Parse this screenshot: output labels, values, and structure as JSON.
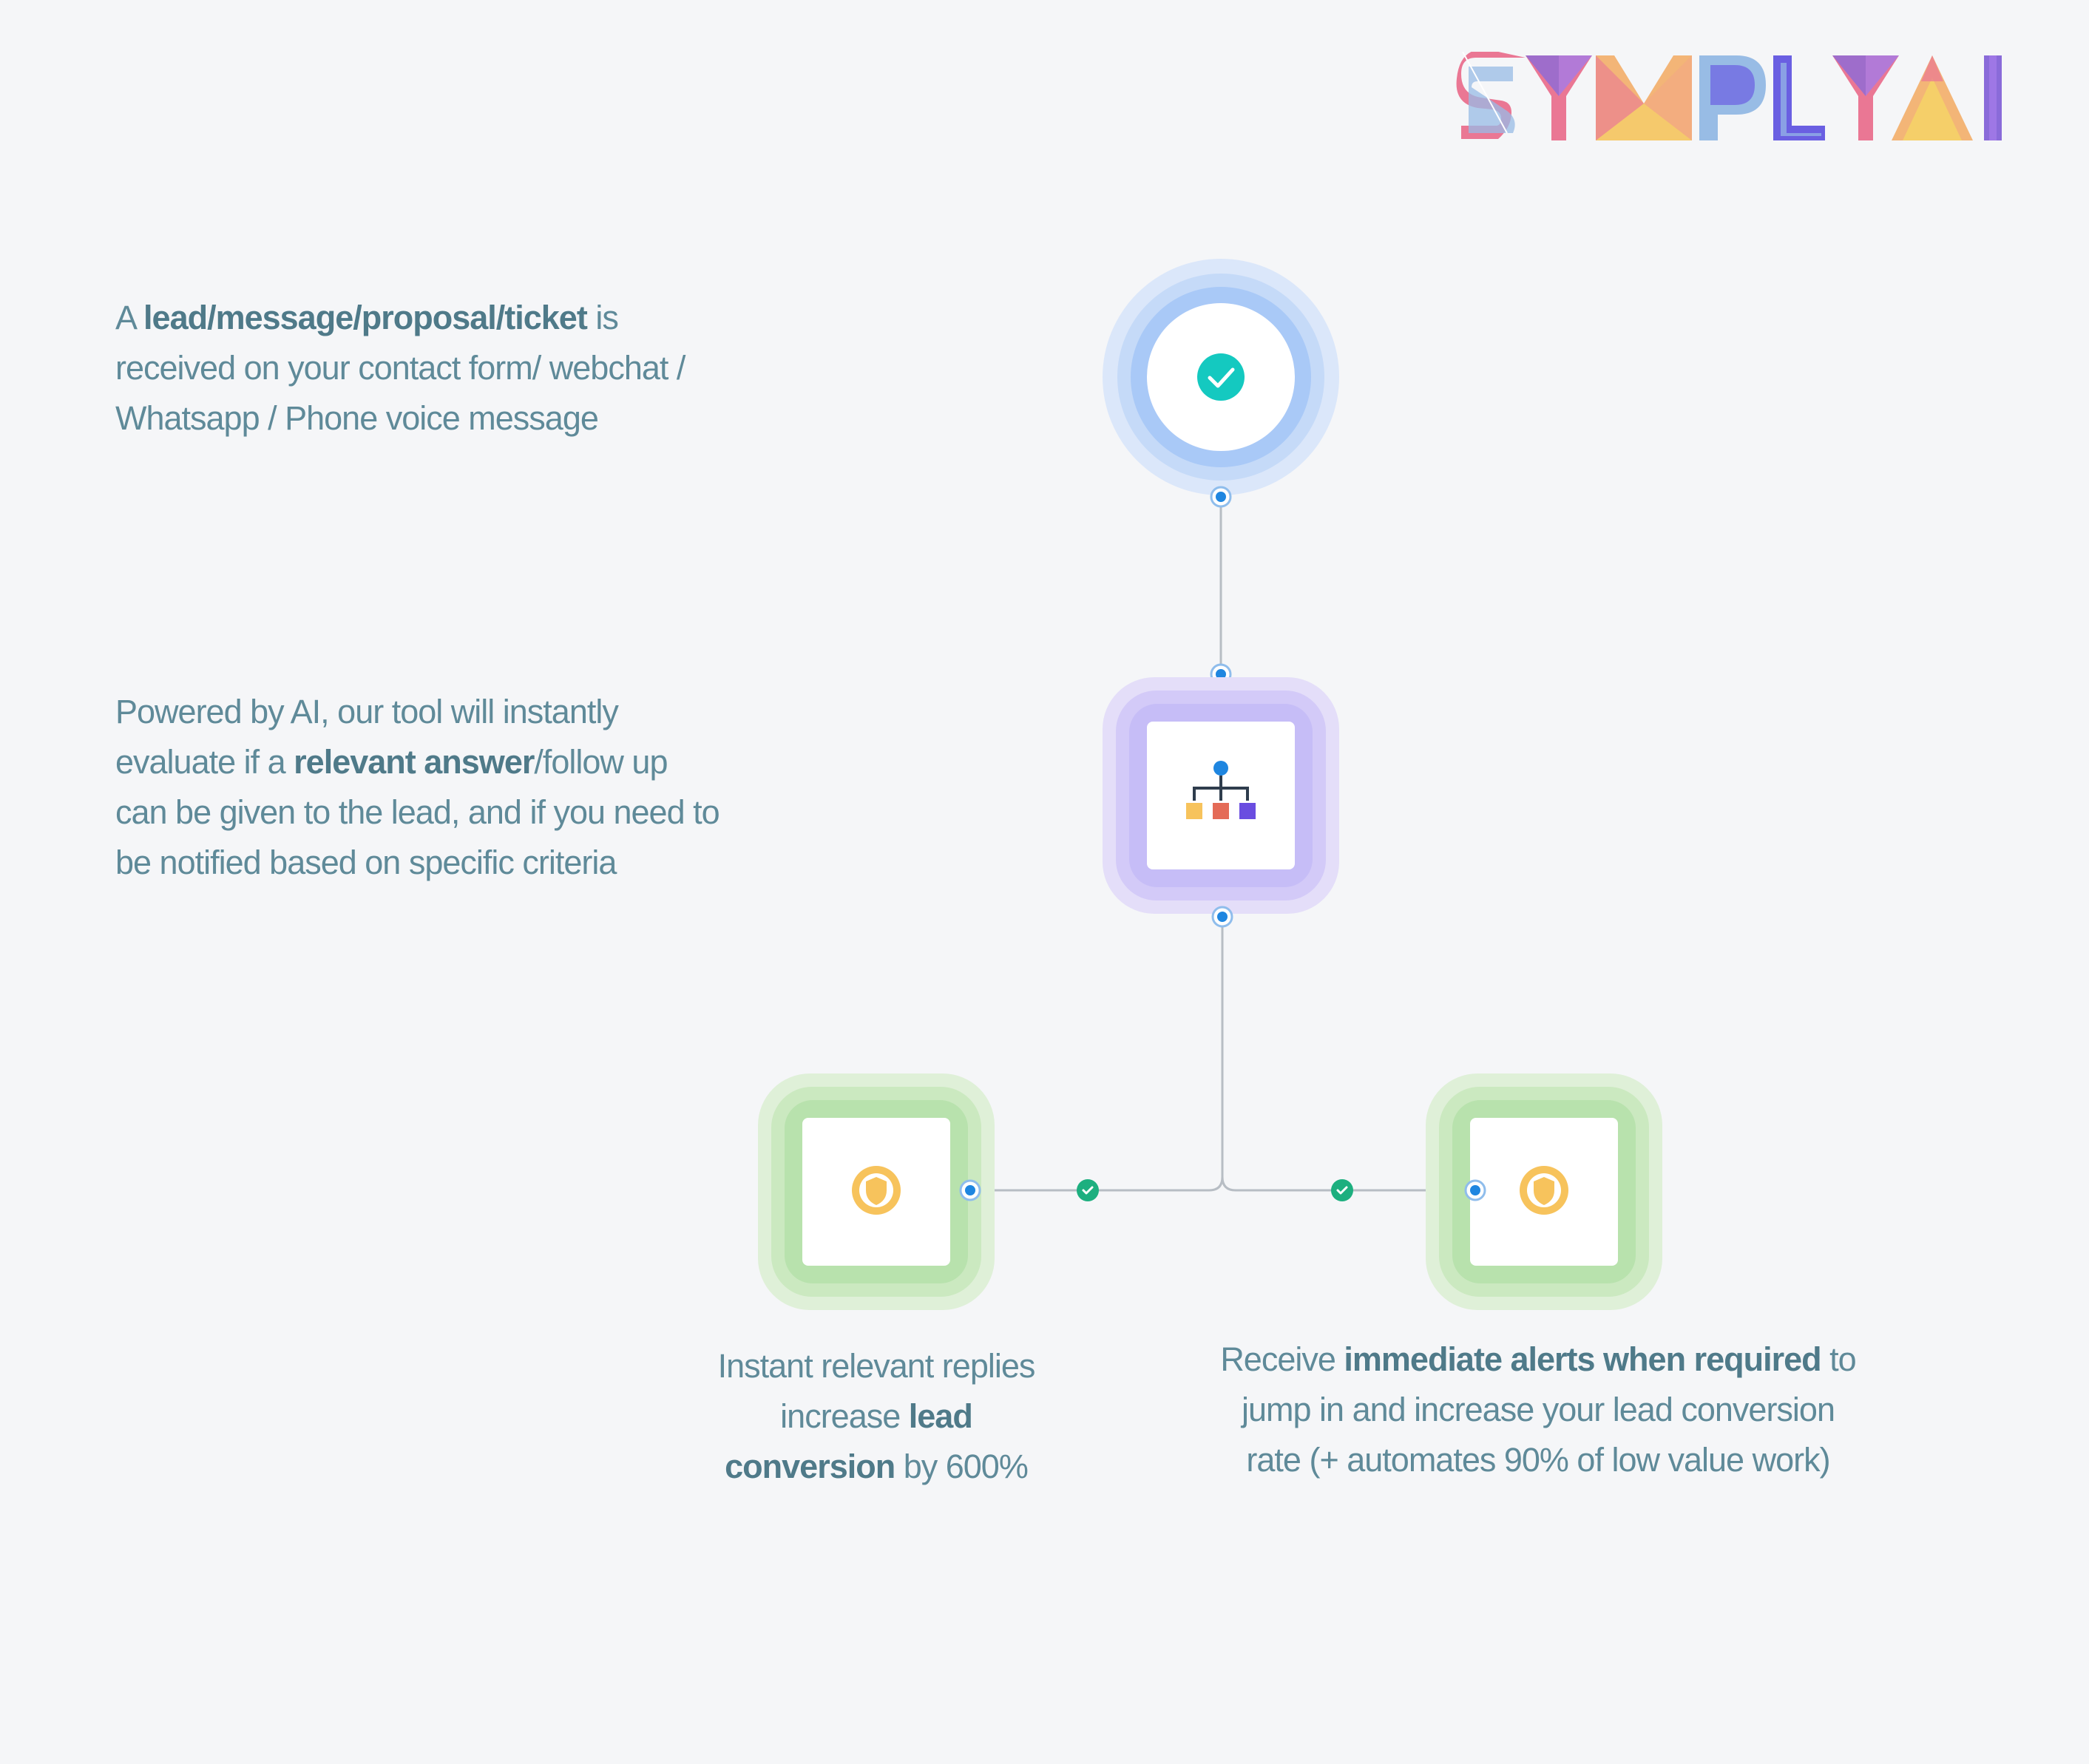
{
  "brand": {
    "logo_text": "SYMPLYAI",
    "colors": [
      "#e96a8a",
      "#7f5cd6",
      "#8fb6e4",
      "#f3ae6a",
      "#f6cb5a",
      "#5b4fe0"
    ]
  },
  "colors": {
    "background": "#f5f6f8",
    "text": "#5f8a99",
    "connector": "#b7bdc4",
    "node_dot": "#1f86e0",
    "check_green": "#1daf7f",
    "trigger_halo": "#a9c9f7",
    "ai_halo": "#c6bdf7",
    "outcome_halo": "#b8e2ad",
    "trigger_check": "#14c9c0",
    "shield": "#f7c35c"
  },
  "steps": {
    "trigger": {
      "icon": "check-circle-icon",
      "pre": "A ",
      "bold": "lead/message/proposal/ticket",
      "post": " is",
      "line2": "received on your contact form/ webchat /",
      "line3": "Whatsapp / Phone voice message"
    },
    "ai": {
      "icon": "hierarchy-icon",
      "line1": "Powered by AI, our tool will instantly",
      "line2_pre": "evaluate if a ",
      "line2_bold": "relevant answer",
      "line2_post": "/follow up",
      "line3": "can be given to the lead, and if you need to",
      "line4": "be notified based on specific criteria"
    },
    "replies": {
      "icon": "shield-icon",
      "line1": "Instant relevant replies",
      "line2_pre": "increase ",
      "line2_bold": "lead",
      "line3_bold": "conversion",
      "line3_post": " by 600%"
    },
    "alerts": {
      "icon": "shield-icon",
      "line1_pre": "Receive ",
      "line1_bold": "immediate alerts when required",
      "line1_post": " to",
      "line2": "jump in and increase your lead conversion",
      "line3": "rate (+ automates 90% of low value work)"
    }
  }
}
